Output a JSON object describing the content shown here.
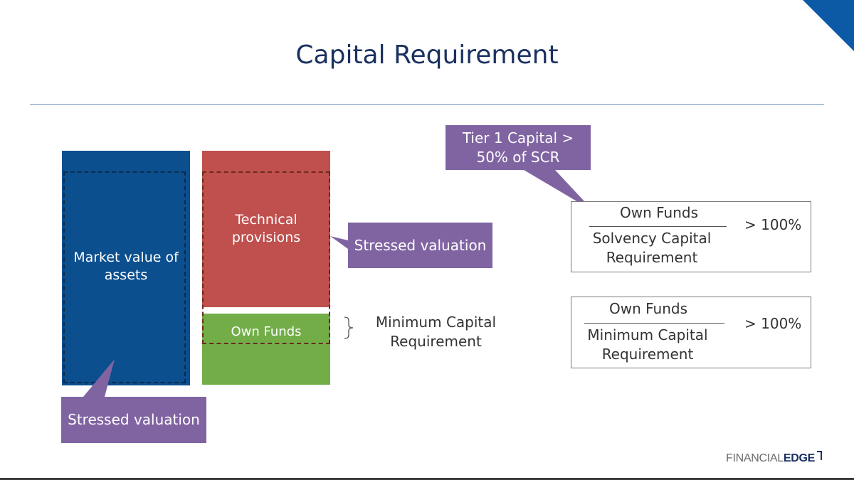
{
  "title": "Capital Requirement",
  "blocks": {
    "assets": "Market value of assets",
    "technical_provisions": "Technical provisions",
    "own_funds": "Own Funds"
  },
  "callouts": {
    "stressed_right": "Stressed valuation",
    "stressed_bottom": "Stressed valuation",
    "tier1": "Tier 1 Capital > 50% of SCR"
  },
  "mcr_label": "Minimum Capital Requirement",
  "ratios": [
    {
      "numerator": "Own Funds",
      "denominator": "Solvency Capital Requirement",
      "comparison": "> 100%"
    },
    {
      "numerator": "Own Funds",
      "denominator": "Minimum Capital Requirement",
      "comparison": "> 100%"
    }
  ],
  "logo": {
    "part1": "FINANCIAL",
    "part2": "EDGE"
  },
  "colors": {
    "title": "#1b3160",
    "assets": "#0c4f8f",
    "technical_provisions": "#c0504d",
    "own_funds": "#72ad48",
    "callout": "#8064a2",
    "accent_corner": "#0c5aa6"
  }
}
